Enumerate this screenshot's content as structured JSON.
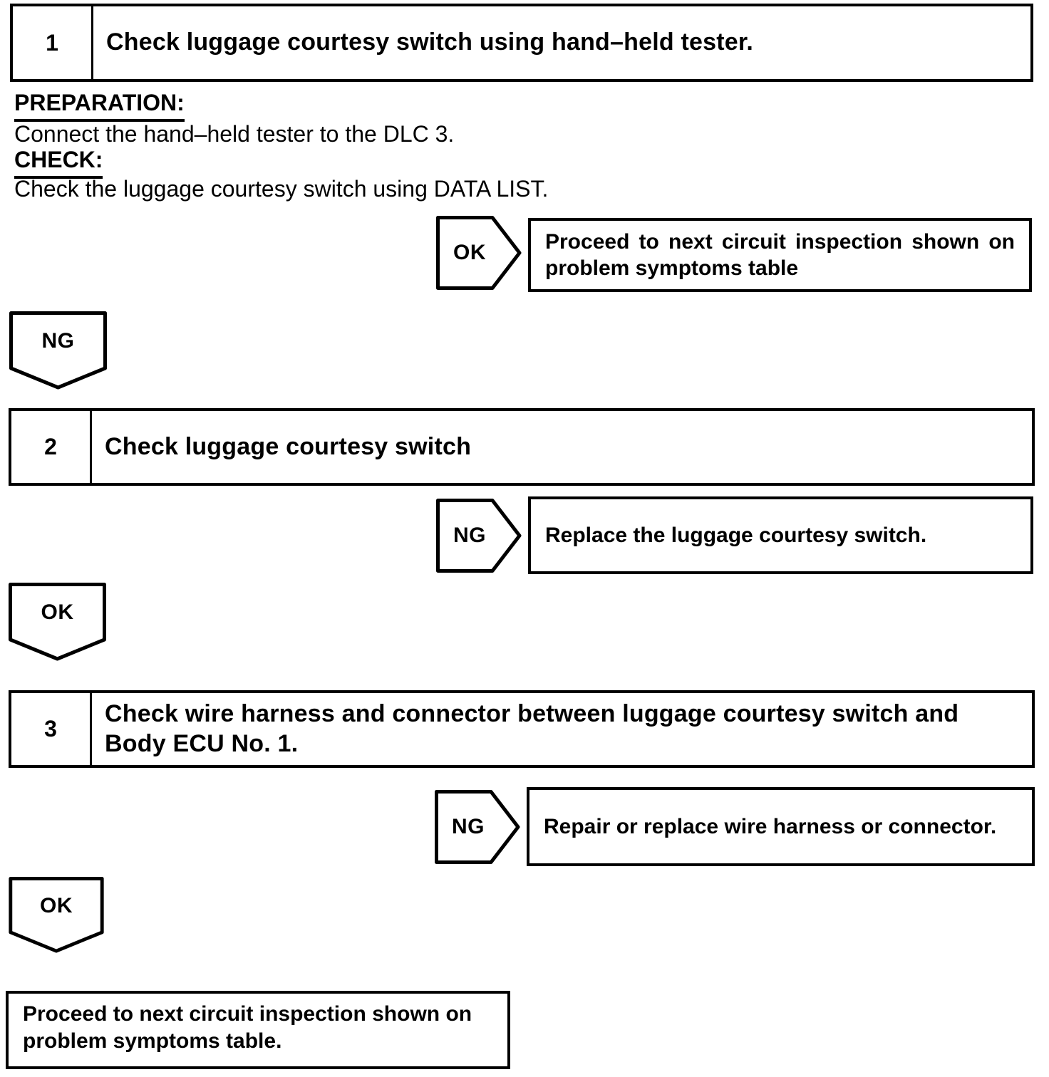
{
  "colors": {
    "ink": "#000000",
    "paper": "#ffffff"
  },
  "flow": {
    "step1": {
      "number": "1",
      "title": "Check luggage courtesy switch using hand–held tester.",
      "preparation_label": "PREPARATION:",
      "preparation_text": "Connect the hand–held tester to the DLC 3.",
      "check_label": "CHECK:",
      "check_text": "Check the luggage courtesy switch using DATA LIST."
    },
    "branch1": {
      "connector": "OK",
      "action": "Proceed to next circuit inspection shown on problem symptoms table"
    },
    "connector1": {
      "label": "NG"
    },
    "step2": {
      "number": "2",
      "title": "Check luggage courtesy switch"
    },
    "branch2": {
      "connector": "NG",
      "action": "Replace the luggage courtesy switch."
    },
    "connector2": {
      "label": "OK"
    },
    "step3": {
      "number": "3",
      "title": "Check wire harness and connector between luggage courtesy switch and Body ECU No. 1."
    },
    "branch3": {
      "connector": "NG",
      "action": "Repair or replace wire harness or connector."
    },
    "connector3": {
      "label": "OK"
    },
    "final_action": {
      "text": "Proceed to next circuit inspection shown on problem symptoms table."
    }
  }
}
